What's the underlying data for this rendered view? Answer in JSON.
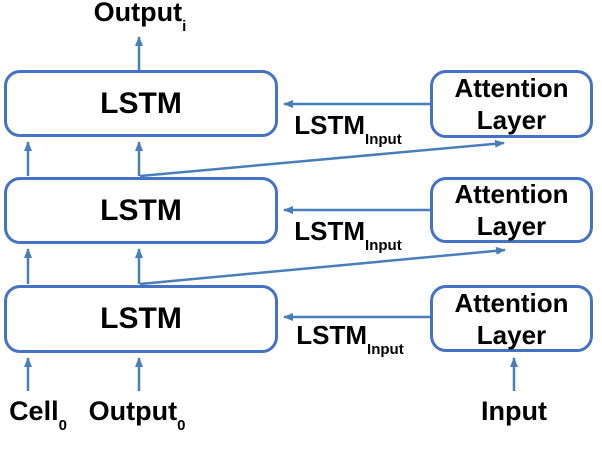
{
  "colors": {
    "box_border": "#4472C4",
    "arrow": "#4a7ebb",
    "box_fill": "#ffffff",
    "text": "#000000",
    "background": "#ffffff"
  },
  "nodes": {
    "lstm_layers": [
      {
        "label": "LSTM"
      },
      {
        "label": "LSTM"
      },
      {
        "label": "LSTM"
      }
    ],
    "attention_layers": [
      {
        "line1": "Attention",
        "line2": "Layer"
      },
      {
        "line1": "Attention",
        "line2": "Layer"
      },
      {
        "line1": "Attention",
        "line2": "Layer"
      }
    ]
  },
  "labels": {
    "output_top": {
      "main": "Output",
      "sub": "i"
    },
    "lstm_input_1": {
      "main": "LSTM",
      "sub": "Input"
    },
    "lstm_input_2": {
      "main": "LSTM",
      "sub": "Input"
    },
    "lstm_input_3": {
      "main": "LSTM",
      "sub": "Input"
    },
    "cell_0": {
      "main": "Cell",
      "sub": "0"
    },
    "output_0": {
      "main": "Output",
      "sub": "0"
    },
    "input": {
      "main": "Input"
    }
  }
}
